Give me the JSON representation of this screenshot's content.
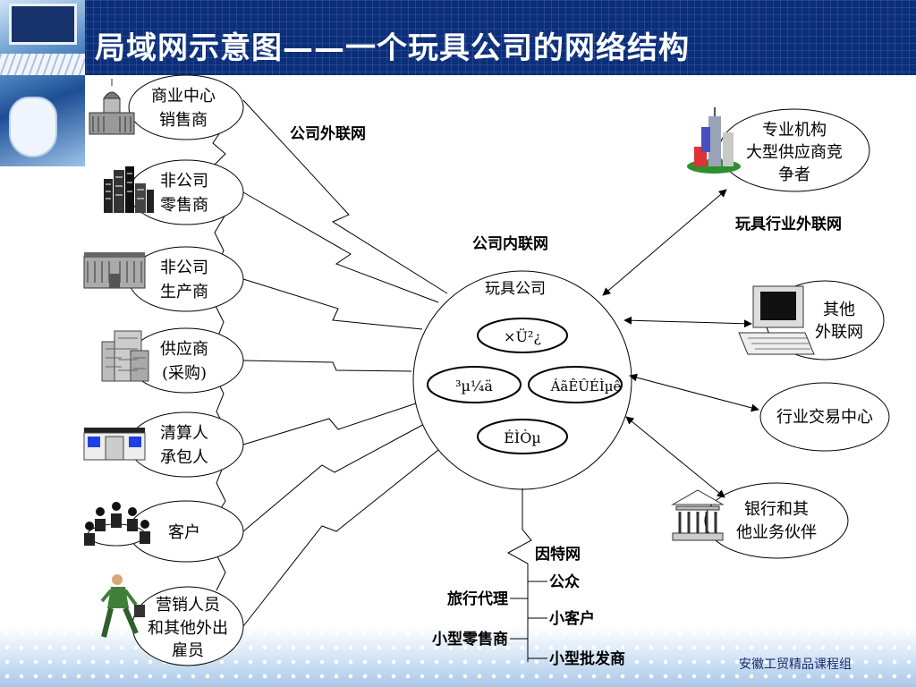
{
  "title": "局域网示意图——一个玩具公司的网络结构",
  "footer": "安徽工贸精品课程组",
  "hub": {
    "label": "玩具公司",
    "nodes": [
      "×Ü²¿",
      "³µ¼ä",
      "ÁãÊÛÉÌµê",
      "ÉÌÒµ"
    ]
  },
  "left_nodes": [
    {
      "line1": "商业中心",
      "line2": "销售商",
      "icon": "capitol-building-icon"
    },
    {
      "line1": "非公司",
      "line2": "零售商",
      "icon": "city-skyline-icon"
    },
    {
      "line1": "非公司",
      "line2": "生产商",
      "icon": "factory-building-icon"
    },
    {
      "line1": "供应商",
      "line2": "(采购)",
      "icon": "office-building-icon"
    },
    {
      "line1": "清算人",
      "line2": "承包人",
      "icon": "shop-front-icon"
    },
    {
      "line1": "客户",
      "line2": "",
      "icon": "meeting-people-icon"
    },
    {
      "line1": "营销人员",
      "line2": "和其他外出",
      "line3": "雇员",
      "icon": "running-businessman-icon"
    }
  ],
  "right_nodes": [
    {
      "line1": "专业机构",
      "line2": "大型供应商竞",
      "line3": "争者",
      "icon": "skyscrapers-icon"
    },
    {
      "line1": "其他",
      "line2": "外联网",
      "icon": "computer-icon"
    },
    {
      "line1": "行业交易中心",
      "line2": ""
    },
    {
      "line1": "银行和其",
      "line2": "他业务伙伴",
      "icon": "bank-icon"
    }
  ],
  "labels": {
    "extranet": "公司外联网",
    "intranet": "公司内联网",
    "industry_extranet": "玩具行业外联网",
    "internet": "因特网"
  },
  "internet_items": {
    "public": "公众",
    "travel_agency": "旅行代理",
    "small_customer": "小客户",
    "small_retailer": "小型零售商",
    "small_wholesaler": "小型批发商"
  },
  "colors": {
    "header_bg": "#0b2f7a",
    "line": "#000000"
  }
}
